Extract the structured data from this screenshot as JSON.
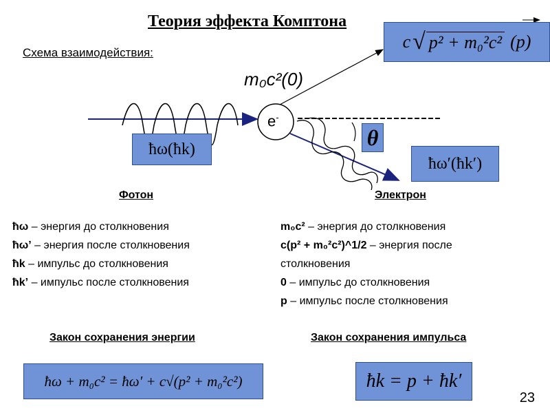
{
  "title": "Теория эффекта Комптона",
  "scheme_label": "Схема взаимодействия:",
  "diagram": {
    "electron_label": "e",
    "electron_sup": "-",
    "rest_energy_label": "m₀c²(0)",
    "theta_symbol": "θ",
    "incident_photon_formula": "ħω(ħk)",
    "scattered_photon_formula": "ħω′(ħk′)",
    "electron_energy_formula_prefix": "c",
    "electron_energy_formula_root": "p² + m₀²c²",
    "electron_energy_formula_suffix": "(p)"
  },
  "photon": {
    "heading": "Фотон",
    "items": [
      {
        "sym": "ħω",
        "text": " – энергия до столкновения"
      },
      {
        "sym": "ħω’",
        "text": " – энергия после столкновения"
      },
      {
        "sym": "ħk",
        "text": " – импульс до столкновения"
      },
      {
        "sym": "ħk’",
        "text": " – импульс после столкновения"
      }
    ]
  },
  "electron": {
    "heading": "Электрон",
    "items": [
      {
        "sym": "m₀c²",
        "text": " – энергия до столкновения"
      },
      {
        "sym": "c(p² + m₀²c²)^1/2",
        "text": " – энергия после"
      },
      {
        "sym": "",
        "text": "столкновения"
      },
      {
        "sym": "0",
        "text": " – импульс до столкновения"
      },
      {
        "sym": "p",
        "text": " – импульс после столкновения"
      }
    ]
  },
  "laws": {
    "energy_heading": "Закон сохранения энергии",
    "momentum_heading": "Закон сохранения импульса",
    "energy_formula": "ħω + m₀c² = ħω′ + c√(p² + m₀²c²)",
    "momentum_formula": "ħk = p + ħk′"
  },
  "page_number": "23",
  "colors": {
    "box_fill": "#6f93d6",
    "box_border": "#2d4f8e",
    "arrow": "#1a237e"
  }
}
